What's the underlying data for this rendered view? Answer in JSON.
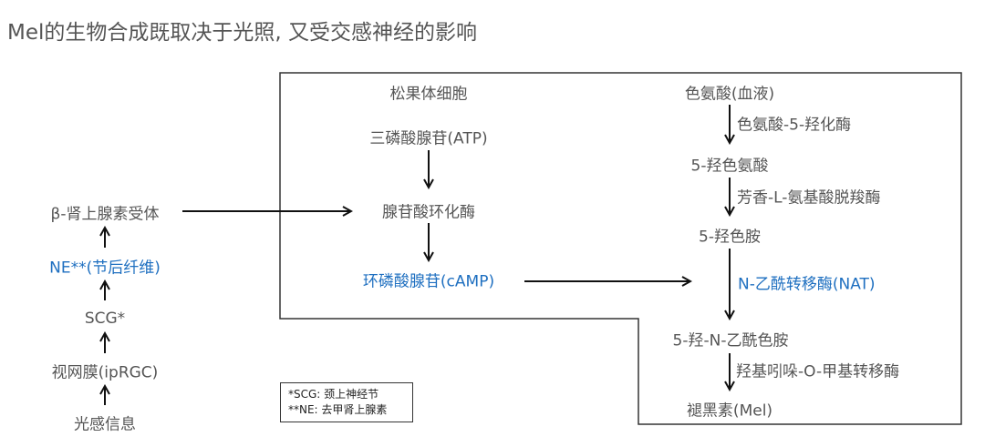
{
  "title": "Mel的生物合成既取决于光照, 又受交感神经的影响",
  "pineal": {
    "label": "松果体细胞",
    "atp": "三磷酸腺苷(ATP)",
    "ac": "腺苷酸环化酶",
    "camp": "环磷酸腺苷(cAMP)"
  },
  "left": {
    "receptor": "β-肾上腺素受体",
    "ne": "NE**(节后纤维)",
    "scg": "SCG*",
    "retina": "视网膜(ipRGC)",
    "light": "光感信息"
  },
  "right": {
    "trp": "色氨酸(血液)",
    "e1": "色氨酸-5-羟化酶",
    "htp": "5-羟色氨酸",
    "e2": "芳香-L-氨基酸脱羧酶",
    "ht": "5-羟色胺",
    "e3": "N-乙酰转移酶(NAT)",
    "nas": "5-羟-N-乙酰色胺",
    "e4": "羟基吲哚-O-甲基转移酶",
    "mel": "褪黑素(Mel)"
  },
  "legend": {
    "line1": "*SCG: 颈上神经节",
    "line2": "**NE:  去甲肾上腺素"
  },
  "colors": {
    "text": "#555555",
    "highlight": "#1e6fc0"
  }
}
